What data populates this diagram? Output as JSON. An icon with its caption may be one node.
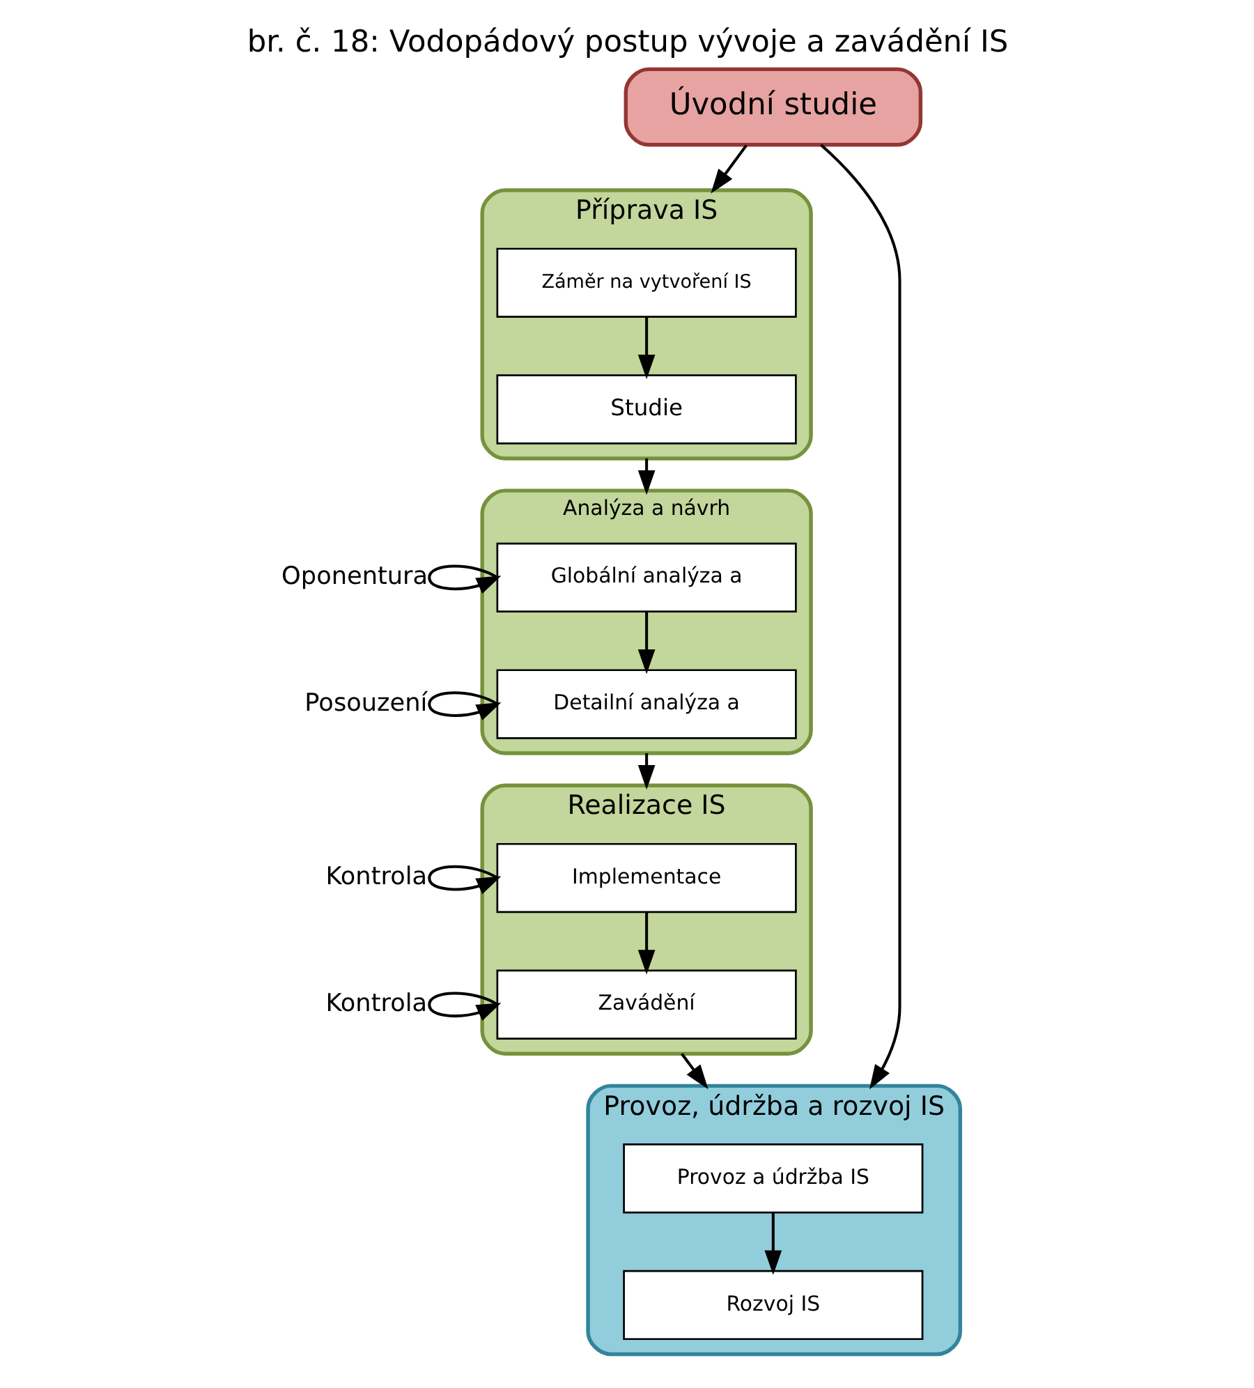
{
  "diagram": {
    "title": "br. č. 18: Vodopádový postup vývoje a zavádění IS",
    "nodes": [
      {
        "text": [
          "Úvodní studie"
        ]
      },
      {
        "text": [
          "Příprava IS"
        ]
      },
      {
        "text": [
          "Záměr na vytvoření IS"
        ],
        "in": 1
      },
      {
        "text": [
          "Studie"
        ],
        "in": 1
      },
      {
        "text": [
          "Analýza a návrh"
        ]
      },
      {
        "text": [
          "Globální analýza a"
        ],
        "in": 4
      },
      {
        "text": [
          "Detailní analýza a"
        ],
        "in": 4
      },
      {
        "text": [
          "Realizace IS"
        ]
      },
      {
        "text": [
          "Implementace"
        ],
        "in": 7
      },
      {
        "text": [
          "Zavádění"
        ],
        "in": 7
      },
      {
        "text": [
          "Provoz, údržba a rozvoj IS"
        ]
      },
      {
        "text": [
          "Provoz a údržba IS"
        ],
        "in": 10
      },
      {
        "text": [
          "Rozvoj IS"
        ],
        "in": 10
      }
    ],
    "edges": [
      {
        "from": 0,
        "to": 1,
        "arrow": "to"
      },
      {
        "from": 0,
        "to": 10,
        "arrow": "to"
      },
      {
        "from": 2,
        "to": 3,
        "arrow": "to"
      },
      {
        "from": 1,
        "to": 4,
        "arrow": "to"
      },
      {
        "from": 5,
        "to": 5,
        "arrow": "to",
        "label": "Oponentura"
      },
      {
        "from": 5,
        "to": 6,
        "arrow": "to"
      },
      {
        "from": 6,
        "to": 6,
        "arrow": "to",
        "label": "Posouzení"
      },
      {
        "from": 4,
        "to": 7,
        "arrow": "to"
      },
      {
        "from": 8,
        "to": 8,
        "arrow": "to",
        "label": "Kontrola"
      },
      {
        "from": 8,
        "to": 9,
        "arrow": "to"
      },
      {
        "from": 9,
        "to": 9,
        "arrow": "to",
        "label": "Kontrola"
      },
      {
        "from": 7,
        "to": 10,
        "arrow": "to"
      },
      {
        "from": 11,
        "to": 12,
        "arrow": "to"
      }
    ]
  }
}
